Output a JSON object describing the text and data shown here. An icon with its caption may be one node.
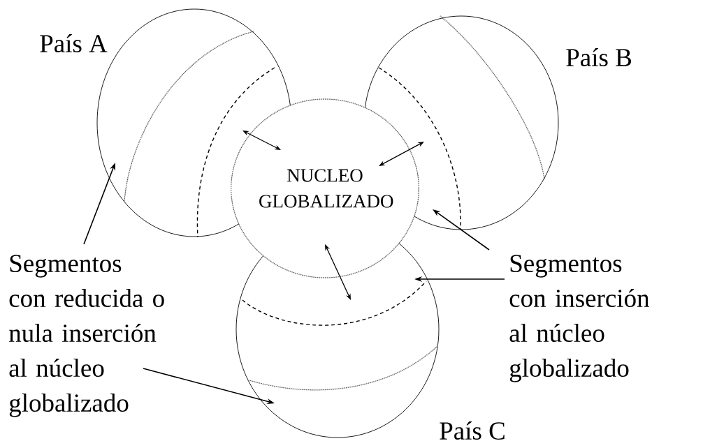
{
  "diagram": {
    "nodes": [
      {
        "text": [
          "País A"
        ]
      },
      {
        "text": [
          "País B"
        ]
      },
      {
        "text": [
          "NUCLEO GLOBALIZADO"
        ]
      },
      {
        "text": [
          "País C"
        ]
      },
      {
        "text": [
          "Segmentos con reducida o nula inserción al núcleo globalizado"
        ]
      },
      {
        "text": [
          "Segmentos con inserción al núcleo globalizado"
        ]
      }
    ],
    "edges": [
      {
        "from": 2,
        "to": 0,
        "arrow": "both"
      },
      {
        "from": 2,
        "to": 1,
        "arrow": "both"
      },
      {
        "from": 2,
        "to": 3,
        "arrow": "both"
      },
      {
        "from": 4,
        "to": 0,
        "arrow": "to"
      },
      {
        "from": 4,
        "to": 3,
        "arrow": "to"
      },
      {
        "from": 5,
        "to": 1,
        "arrow": "to"
      },
      {
        "from": 5,
        "to": 3,
        "arrow": "to"
      }
    ]
  }
}
